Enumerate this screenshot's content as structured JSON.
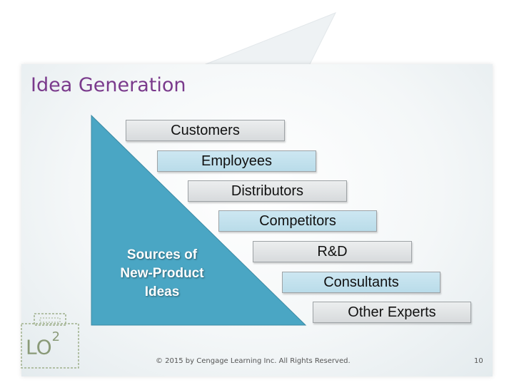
{
  "slide": {
    "title": "Idea Generation",
    "triangle_label": [
      "Sources of",
      "New-Product",
      "Ideas"
    ],
    "steps": [
      {
        "label": "Customers",
        "style": "grey"
      },
      {
        "label": "Employees",
        "style": "blue"
      },
      {
        "label": "Distributors",
        "style": "grey"
      },
      {
        "label": "Competitors",
        "style": "blue"
      },
      {
        "label": "R&D",
        "style": "grey"
      },
      {
        "label": "Consultants",
        "style": "blue"
      },
      {
        "label": "Other Experts",
        "style": "grey"
      }
    ],
    "logo": {
      "text": "LO",
      "superscript": "2"
    },
    "footer": "© 2015 by Cengage Learning Inc. All Rights Reserved.",
    "page_number": "10"
  },
  "colors": {
    "title": "#7a3a8c",
    "triangle": "#4aa6c4",
    "step_grey": "#e2e4e6",
    "step_blue": "#c2e0ec",
    "logo": "#8a9a78"
  }
}
